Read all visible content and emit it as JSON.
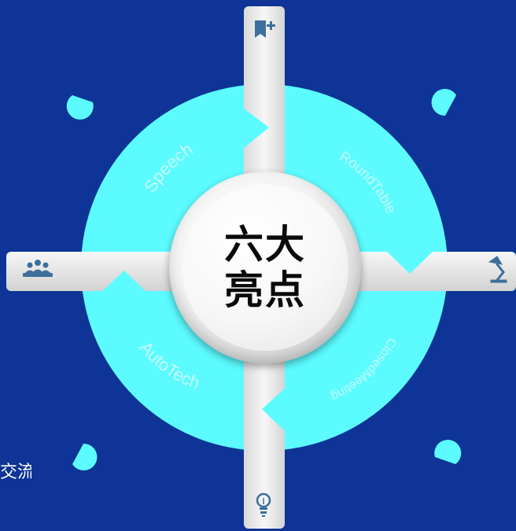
{
  "hub": {
    "line1": "六大",
    "line2": "亮点"
  },
  "segments": [
    {
      "label": "Speech"
    },
    {
      "label": "RoundTable"
    },
    {
      "label": "ClosedMeeting"
    },
    {
      "label": "AutoTech"
    }
  ],
  "side_text": "交流",
  "icons": [
    "bookmark-add-icon",
    "meeting-people-icon",
    "desk-lamp-icon",
    "lightbulb-icon"
  ],
  "colors": {
    "background": "#0d3496",
    "ring": "#5cfbff",
    "label": "#c6fdfe",
    "icon": "#3d6f9c",
    "bar": "#f2f2f2"
  }
}
